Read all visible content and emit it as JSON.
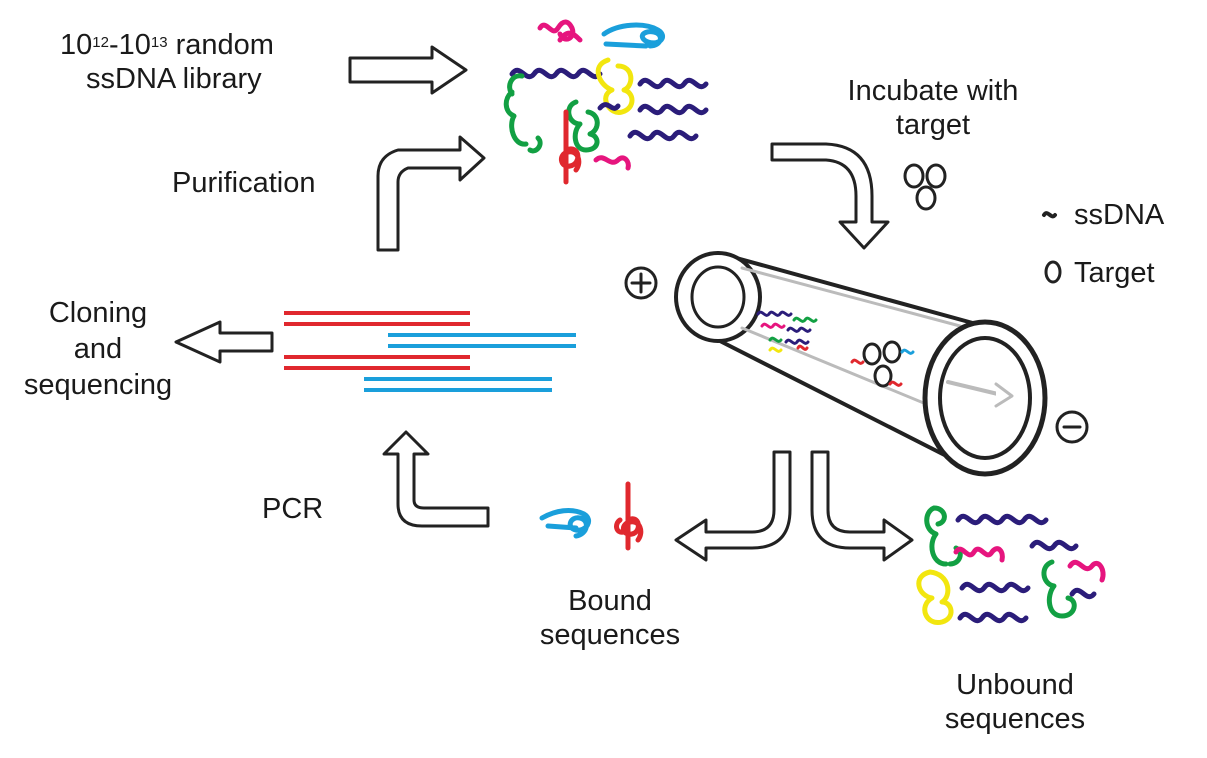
{
  "labels": {
    "library_line1_pre": "10",
    "library_exp1": "12",
    "library_dash": "-10",
    "library_exp2": "13",
    "library_line1_post": " random",
    "library_line2": "ssDNA library",
    "incubate_line1": "Incubate with",
    "incubate_line2": "target",
    "purification": "Purification",
    "cloning_line1": "Cloning",
    "cloning_line2": "and",
    "cloning_line3": "sequencing",
    "pcr": "PCR",
    "bound_line1": "Bound",
    "bound_line2": "sequences",
    "unbound_line1": "Unbound",
    "unbound_line2": "sequences",
    "legend_ssdna": "ssDNA",
    "legend_target": "Target"
  },
  "colors": {
    "magenta": "#e6157e",
    "blue_cyan": "#1a9fdb",
    "navy": "#2b1d7a",
    "green": "#12a043",
    "yellow": "#f2e60f",
    "red": "#e0282e",
    "outline": "#222222"
  }
}
